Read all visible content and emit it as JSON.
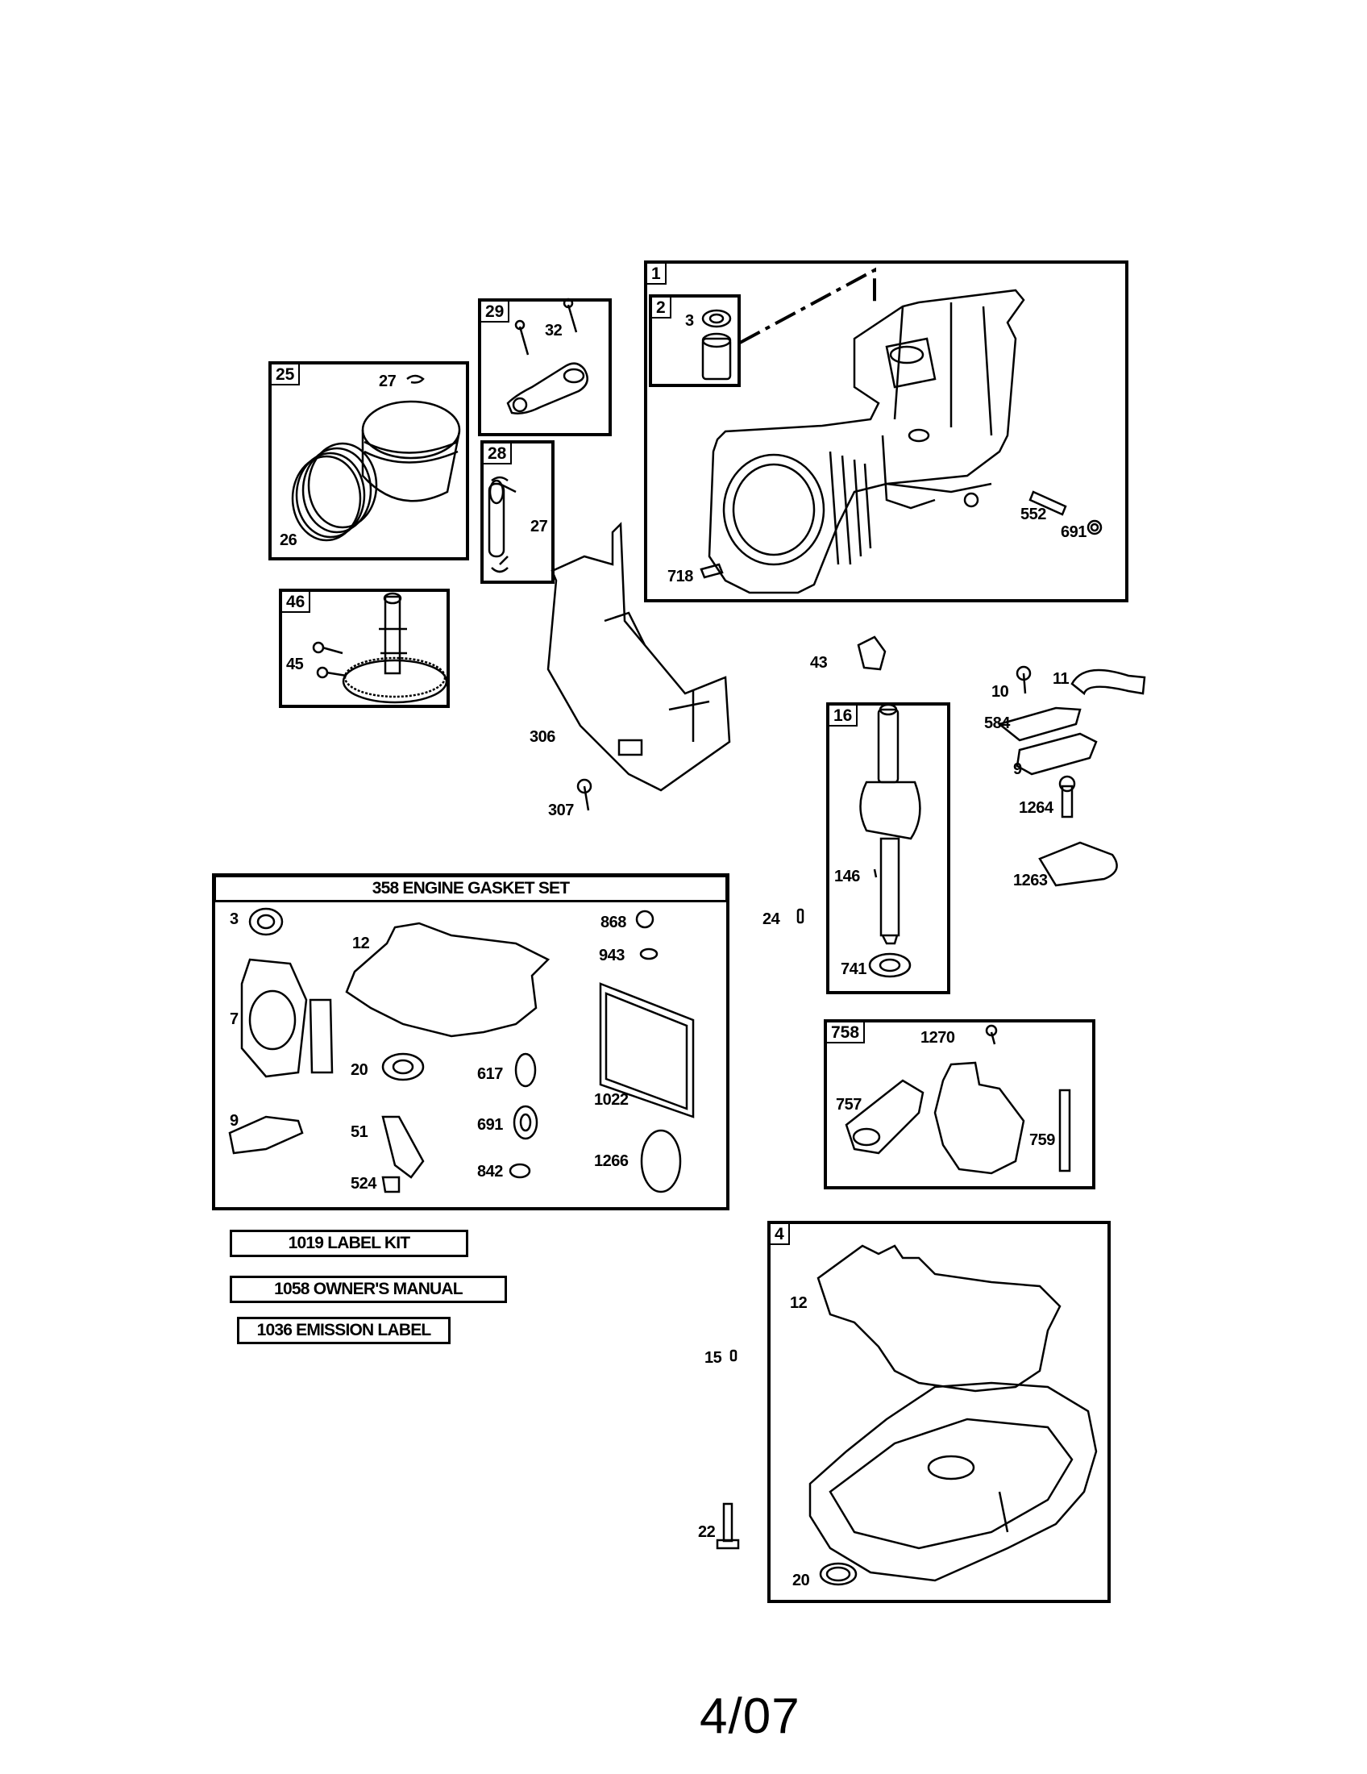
{
  "boxes": {
    "b1": "1",
    "b2": "2",
    "b25": "25",
    "b29": "29",
    "b28": "28",
    "b46": "46",
    "b16": "16",
    "b758": "758",
    "b4": "4"
  },
  "gasket_set_title": "358 ENGINE GASKET SET",
  "labels": {
    "l3a": "3",
    "l27a": "27",
    "l32": "32",
    "l26": "26",
    "l27b": "27",
    "l552": "552",
    "l691a": "691",
    "l718": "718",
    "l45": "45",
    "l306": "306",
    "l307": "307",
    "l43": "43",
    "l10": "10",
    "l11": "11",
    "l584": "584",
    "l9a": "9",
    "l1264": "1264",
    "l1263": "1263",
    "l146": "146",
    "l741": "741",
    "l24": "24",
    "g3": "3",
    "g12": "12",
    "g868": "868",
    "g943": "943",
    "g7": "7",
    "g20": "20",
    "g617": "617",
    "g1022": "1022",
    "g9": "9",
    "g51": "51",
    "g691": "691",
    "g1266": "1266",
    "g524": "524",
    "g842": "842",
    "l1270": "1270",
    "l757": "757",
    "l759": "759",
    "l12b": "12",
    "l15": "15",
    "l22": "22",
    "l20b": "20"
  },
  "kits": {
    "label_kit": "1019 LABEL KIT",
    "owners_manual": "1058 OWNER'S MANUAL",
    "emission_label": "1036 EMISSION LABEL"
  },
  "page_number": "4/07"
}
